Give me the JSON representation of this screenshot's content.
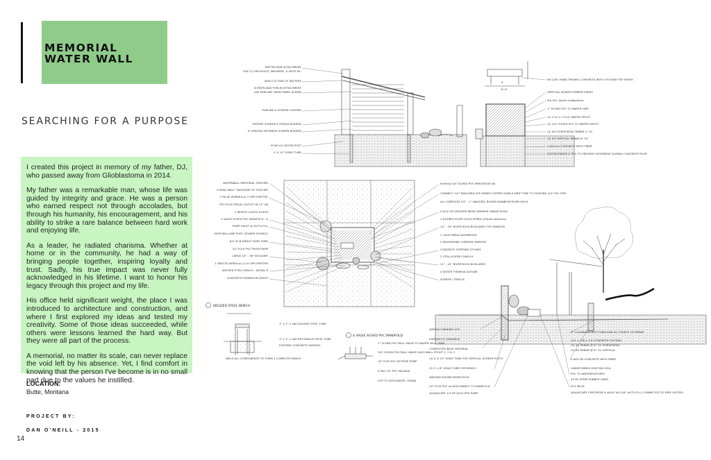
{
  "title": {
    "line1": "MEMORIAL",
    "line2": "WATER WALL"
  },
  "subtitle": "SEARCHING FOR A PURPOSE",
  "story": [
    "I created this project in memory of my father, DJ, who passed away from Glioblastoma in 2014.",
    "My father was a remarkable man, whose life was guided by integrity and grace. He was a person who earned respect not through accolades, but through his humanity, his encouragement, and his ability to strike a rare balance between hard work and enjoying life.",
    "As a leader, he radiated charisma. Whether at home or in the community, he had a way of bringing people together, inspiring loyalty and trust. Sadly, his true impact was never fully acknowledged in his lifetime. I want to honor his legacy through this project and my life.",
    "His office held significant weight, the place I was introduced to architecture and construction, and where I first explored my ideas and tested my creativity. Some of those ideas succeeded, while others were lessons learned the hard way. But they were all part of the process.",
    "A memorial, no matter its scale, can never replace the void left by his absence. Yet, I find comfort in knowing that the person I've become is in no small part due to the values he instilled."
  ],
  "location": {
    "label": "LOCATION:",
    "value": "Butte, Montana"
  },
  "project_by": {
    "label": "PROJECT BY:",
    "value": "DAN O'NEILL - 2015"
  },
  "page_number": "14",
  "colors": {
    "title_bg": "#8fcc8a",
    "story_bg": "#c8f5c2"
  },
  "drawing": {
    "elevation_left_notes": [
      "RAFTER PAIR ATTACHMENT",
      "USE (2) HEX BOLTS, WASHERS, & NUTS EA.",
      "AVID CUT END OF RAFTERS",
      "SCREEN AND PURLIN ATTACHMENT",
      "USE PANCAKE HEAD PANEL SCREW",
      "PURLINS & SCREEN COATING",
      "PATIENT SCREEN & PURLIN BOARDS",
      "4\" SPACING BETWEEN SCREEN BOARDS",
      "6\"x6\"x12 WOOD POST",
      "4' X 12\" SONO TUBE"
    ],
    "elevation_right_notes": [
      "NO CAP, HAND TROWEL CONCRETE WITH A ROUND TOP FINISH",
      "VERTICAL BOARD FORMED FINISH",
      "Pro-FILL Alpine Ledgestone",
      "1\" SCHED PVC TO WATER HDR",
      "(3) 1\"x1 x 1\"x1/2 WATER SPOUT",
      "(3) 1/2\" SCHED PVC TO WATER SPOUT",
      "(4) #4 HORIZONTAL REBAR 2' OC",
      "(5) #4 VERTICAL REBAR 8\" OC",
      "4,000 psi CONCRETE WITH FIBER",
      "FASTEN REBAR & PVC TO PREVENT MOVEMENT DURING CONCRETE POUR"
    ],
    "plan_left_notes": [
      "WATERWALL MEMORIAL FEATURE",
      "\"LIVING WALL\" BACKSIDE OF FEATURE",
      "1 FALSE SPIRAEA w/ 2 GPH EMITTER",
      "GFCI ELECTRICAL OUTLET IN 12\" VB",
      "1 BRIGHT LIGHTS HOSTA",
      "4 VALVE SCHED PVC MANIFOLD - A",
      "PUMP VAULT w/ AUTO-FILL",
      "EXISTING LAMP POST (POWER SOURCE)",
      "8/3 UF-B DIRECT BURY WIRE",
      "10\" FLEX PVC FROM PUMP",
      "LARGE 24\" - 36\" BOULDER",
      "1 ERECTA ASPEN w/ (2) 8 GPH EMITTER",
      "WELDED STEEL BENCH - DETAIL B",
      "CONCRETE EXPANSION JOINTS"
    ],
    "plan_right_notes": [
      "Existing 3/4\" SCHED PVC IRRIGATION (N)",
      "CONNECT 1/2\" RAIN BIRD XFS SERIES COPPER SHIELD DRIP TUBE TO EXISTING 3/4\" PVC PIPE",
      "ALL SURFACES 1/2\" - 1\" WASHED, ROUND RAINBOW RIVER ROCK",
      "5.5OZ OR GREATER WEED BARRIER UNDER ROCK",
      "1 DOUBLE PLATE GOLD SPIREA (Proven Winners)",
      "12\" - 24\" RIVER ROCK BOULDERS TYP. RANDOM",
      "1 CALIFORNIA SAGEBRUSH",
      "2 MOONSHINE COMMON YARROW",
      "CONCRETE STEPPING STONES",
      "2 STELLA DORO DAYLILY",
      "12\" - 24\" RIVER ROCK BOULDERS",
      "4 SISTER THERESA ASTILBE",
      "SCREEN / TRELLIS"
    ],
    "bench_detail": {
      "title": "WELDED STEEL BENCH",
      "notes": [
        "1\" x 1\" x 16A SQUARE STEEL TUBE",
        "1\" x 1\" x 16A RECTANGLE STEEL TUBE",
        "EXISTING CONCRETE SURFACE",
        "WELD ALL COMPONENTS TO FORM 1 COMPLETE BENCH"
      ]
    },
    "manifold_detail": {
      "title": "4 VALVE SCHED PVC MANIFOLD",
      "notes": [
        "1\" SCHED PVC BALL VALVE TO WATER FALL / HDR",
        "3/4\" SCHED PVC BALL VALVE EACH WALL SPOUT 1, 2 & 3",
        "10\" FLEX PVC IN FROM PUMP",
        "4 Port 10\" PVC Manifold",
        "OUT TO DISCHARGE / DRAIN"
      ]
    },
    "section_left_notes": [
      "ASPHALT PARKING LOT",
      "EXISTING 8' SIDEWALK",
      "COMPACTED BASE MATERIAL",
      "(4) 4' X 12\" SONO TUBE FOR VERTICAL SCREEN POSTS",
      "(2) 2' x 8\" SONO TUBE FOR BENCH",
      "WASHED ROUND RIVER ROCK",
      "10\" FLEX PVC w/ DISCONNECT TO MANIFOLD",
      "AQUASCAPE 1/3 HP 2010 GPH PUMP"
    ],
    "section_right_notes": [
      "3\" CLEARANCE BOT FORM AND ALL POINTS OF REBAR",
      "10'L x 2'W x 1'D CONCRETE FOOTING",
      "(5) #4 REBAR @ 6\" OC HORIZONTAL",
      "(5) #4 REBAR @ 6\" OC VERTICAL",
      "4,000 PSI CONCRETE WITH FIBER",
      "UNDISTURBED EXISTING SOIL",
      "PVC TO WATERFEATURES",
      "45 ML EPDM RUBBER LINER",
      "ECO-BLOX",
      "AQUASCAPE CENTIPEDE 4 VAULT W/ CAP -AUTO-FILL CONNECTED TO DRIP SYSTEM"
    ]
  }
}
